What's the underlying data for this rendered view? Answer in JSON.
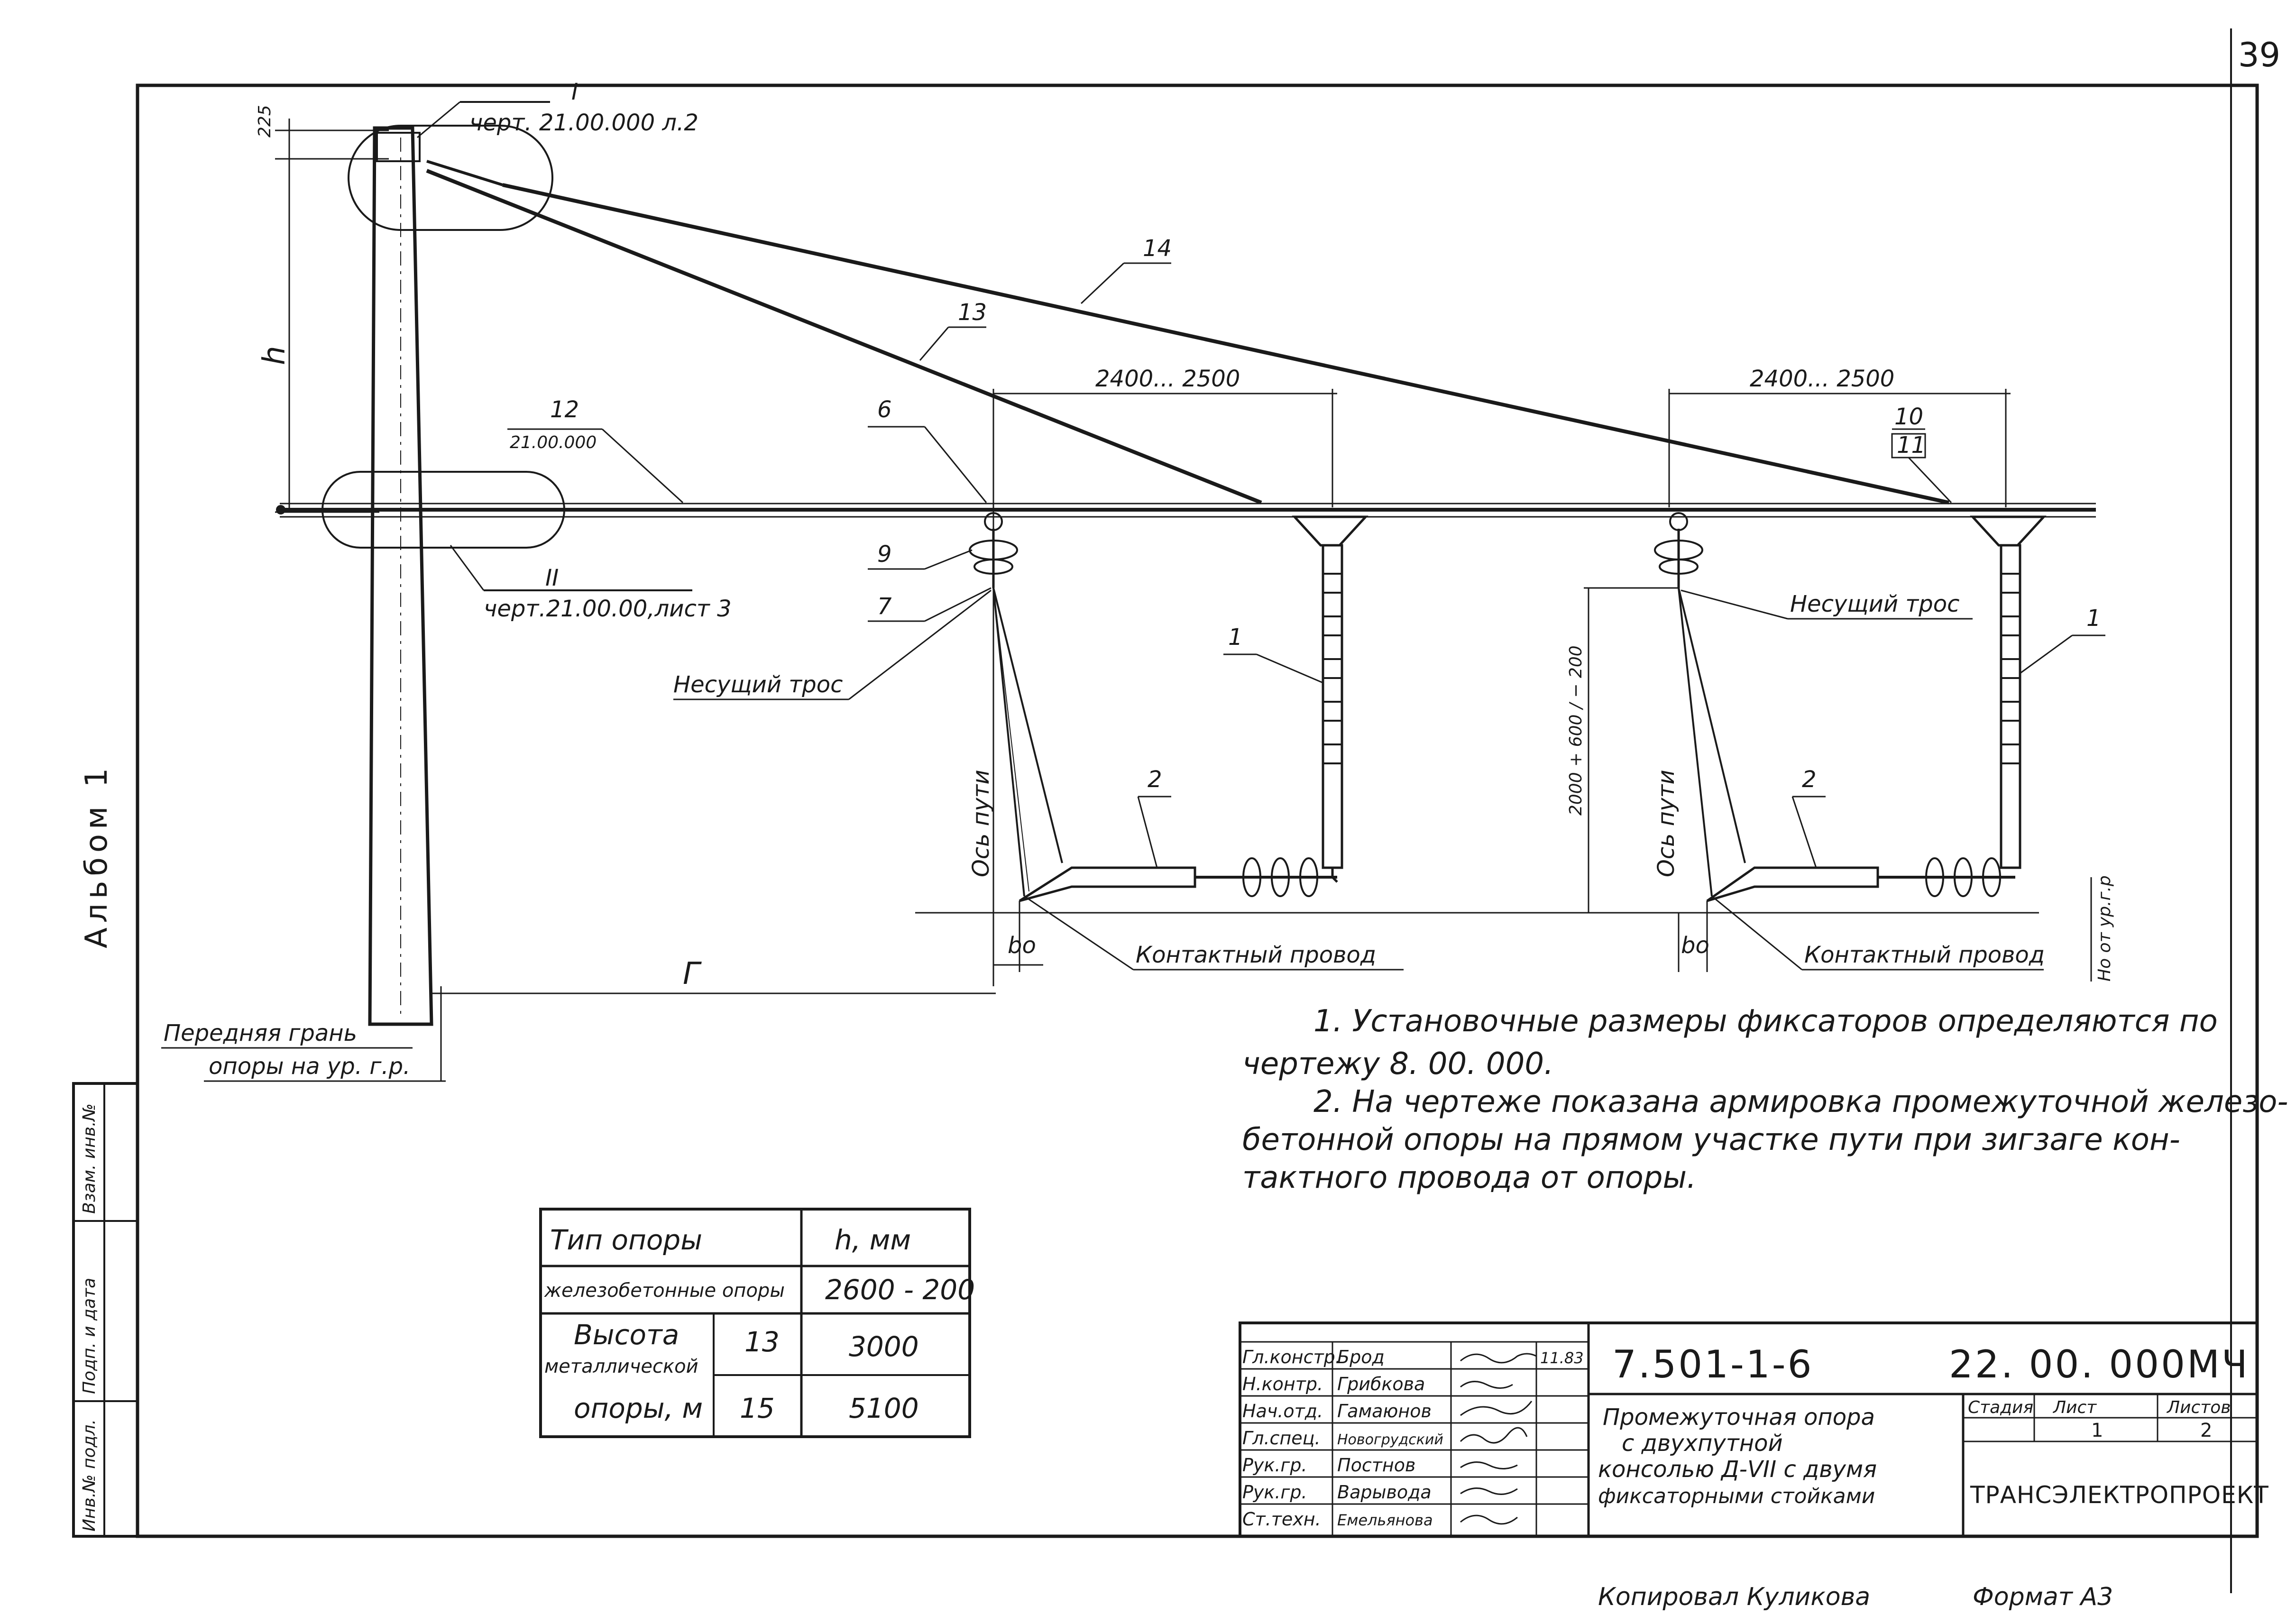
{
  "page_number": "39",
  "album_label": "Альбом 1",
  "side_stamp": {
    "cells": [
      "Взам. инв.№",
      "Подп. и дата",
      "Инв.№ подл."
    ]
  },
  "callouts": {
    "i_label": "I",
    "i_ref": "черт. 21.00.000 л.2",
    "ii_label": "II",
    "ii_ref": "черт.21.00.00,лист 3",
    "p12": "12",
    "p12_ref": "21.00.000",
    "p14": "14",
    "p13": "13",
    "p6": "6",
    "p9": "9",
    "p7": "7",
    "p1_left": "1",
    "p2_left": "2",
    "p1_right": "1",
    "p2_right": "2",
    "p10": "10",
    "p11": "11",
    "dim_225": "225",
    "dim_h": "h",
    "dim_2400_left": "2400... 2500",
    "dim_2400_right": "2400... 2500",
    "dim_2000": "2000 + 600 / − 200",
    "dim_g": "Г",
    "axis_left": "Ось пути",
    "axis_right": "Ось пути",
    "bo_left": "bo",
    "bo_right": "bo",
    "cable_left": "Несущий трос",
    "cable_right": "Несущий трос",
    "wire_left": "Контактный провод",
    "wire_right": "Контактный провод",
    "ho_label": "Но от ур.г.р",
    "front_face_1": "Передняя грань",
    "front_face_2": "опоры на ур. г.р."
  },
  "notes": [
    "1. Установочные размеры фиксаторов определяются по чертежу 8. 00. 000.",
    "2. На чертеже показана армировка промежуточной железо-бетонной опоры на прямом участке пути при зигзаге контактного провода от опоры."
  ],
  "notes_lines": [
    "1. Установочные размеры фиксаторов определяются по",
    "чертежу 8. 00. 000.",
    "2. На чертеже показана армировка промежуточной железо-",
    "бетонной опоры на прямом участке пути при зигзаге кон-",
    "тактного провода от опоры."
  ],
  "support_table": {
    "headers": [
      "Тип опоры",
      "h, мм"
    ],
    "row1": [
      "железобетонные опоры",
      "2600 - 200"
    ],
    "row2_label_1": "Высота",
    "row2_label_2": "металлической",
    "row2_label_3": "опоры, м",
    "row2a": [
      "13",
      "3000"
    ],
    "row2b": [
      "15",
      "5100"
    ]
  },
  "title_block": {
    "doc_number": "7.501-1-6",
    "drawing_code": "22. 00. 000МЧ",
    "signers": [
      {
        "role": "Гл.констр.",
        "name": "Брод",
        "date": "11.83"
      },
      {
        "role": "Н.контр.",
        "name": "Грибкова",
        "date": ""
      },
      {
        "role": "Нач.отд.",
        "name": "Гамаюнов",
        "date": ""
      },
      {
        "role": "Гл.спец.",
        "name": "Новогрудский",
        "date": ""
      },
      {
        "role": "Рук.гр.",
        "name": "Постнов",
        "date": ""
      },
      {
        "role": "Рук.гр.",
        "name": "Варывода",
        "date": ""
      },
      {
        "role": "Ст.техн.",
        "name": "Емельянова",
        "date": ""
      }
    ],
    "title_lines": [
      "Промежуточная опора",
      "с двухпутной",
      "консолью Д-VII с двумя",
      "фиксаторными стойками"
    ],
    "stage_label": "Стадия",
    "sheet_label": "Лист",
    "sheets_label": "Листов",
    "sheet_value": "1",
    "sheets_value": "2",
    "organization": "ТРАНСЭЛЕКТРОПРОЕКТ"
  },
  "footer": {
    "copied_by": "Копировал Куликова",
    "format": "Формат А3"
  }
}
